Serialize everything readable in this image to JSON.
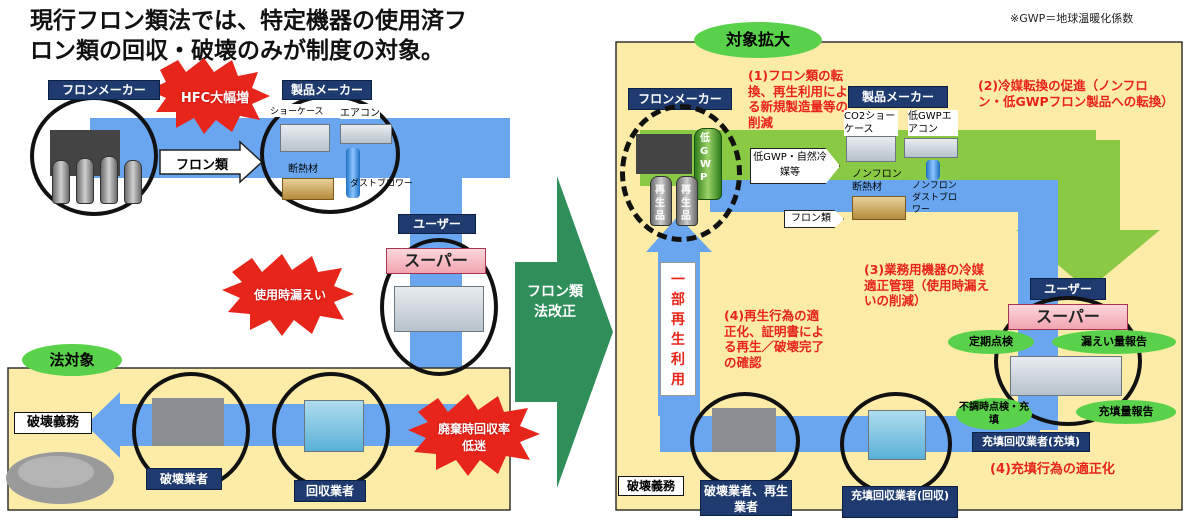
{
  "header": {
    "line1": "現行フロン類法では、特定機器の使用済フ",
    "line2": "ロン類の回収・破壊のみが制度の対象。",
    "gwp_note": "※GWP＝地球温暖化係数"
  },
  "left": {
    "flon_maker": "フロンメーカー",
    "hfc_burst": "HFC大幅増",
    "product_maker": "製品メーカー",
    "showcase": "ショーケース",
    "aircon": "エアコン",
    "insulation": "断熱材",
    "dust_blower": "ダストブロワー",
    "flon_arrow": "フロン類",
    "user": "ユーザー",
    "super": "スーパー",
    "leak_burst": "使用時漏えい",
    "law_target": "法対象",
    "destruction_duty": "破壊義務",
    "destroyer": "破壊業者",
    "collector": "回収業者",
    "disposal_burst": "廃棄時回収率低迷"
  },
  "center": {
    "label": "フロン類法改正"
  },
  "right": {
    "expansion": "対象拡大",
    "flon_maker": "フロンメーカー",
    "low_gwp_tank": "低GWP",
    "regen1": "再生品",
    "regen2": "再生品",
    "note1": "(1)フロン類の転換、再生利用による新規製造量等の削減",
    "product_maker": "製品メーカー",
    "co2_showcase": "CO2ショーケース",
    "low_gwp_aircon": "低GWPエアコン",
    "nonflon_insulation": "ノンフロン断熱材",
    "nonflon_blower": "ノンフロンダストブロワー",
    "low_gwp_arrow": "低GWP・自然冷媒等",
    "flon_arrow": "フロン類",
    "note2": "(2)冷媒転換の促進（ノンフロン・低GWPフロン製品への転換）",
    "partial_reuse": "一部再生利用",
    "note3": "(3)業務用機器の冷媒適正管理（使用時漏えいの削減）",
    "note4a": "(4)再生行為の適正化、証明書による再生／破壊完了の確認",
    "user": "ユーザー",
    "super": "スーパー",
    "periodic_check": "定期点検",
    "leak_report": "漏えい量報告",
    "irregular_check": "不調時点検・充填",
    "fill_report": "充填量報告",
    "filling_collector": "充填回収業者(充填)",
    "note4b": "(4)充填行為の適正化",
    "destruction_duty": "破壊義務",
    "destroyer_regen": "破壊業者、再生業者",
    "filling_collector_bottom": "充填回収業者(回収)"
  },
  "colors": {
    "flow_blue": "#6aa6f0",
    "panel_yellow": "#fdeba8",
    "arrow_green": "#8ac944",
    "big_arrow": "#2f8e5a",
    "navy": "#1f3a6e",
    "burst_red": "#e8251a",
    "pill_green": "#5ad14a"
  }
}
